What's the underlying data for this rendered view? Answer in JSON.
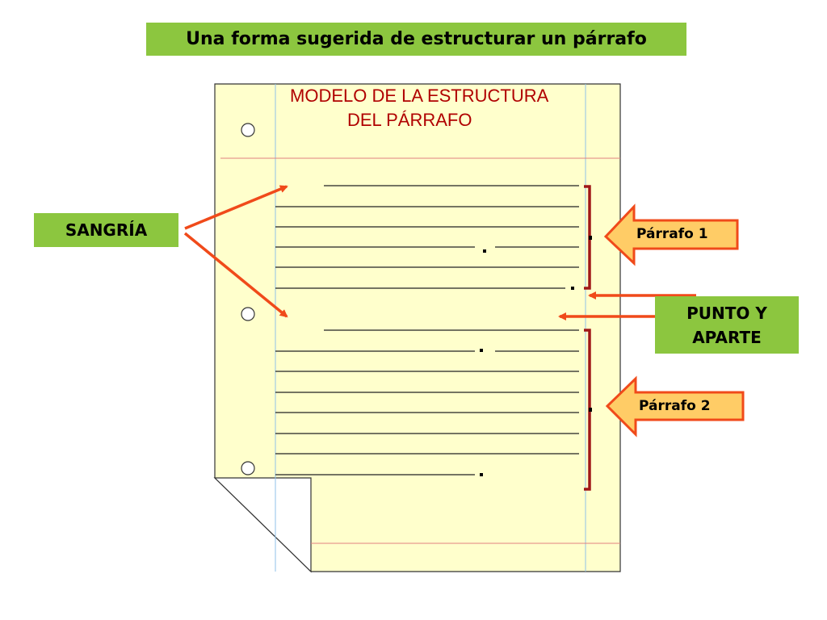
{
  "title": "Una forma sugerida de estructurar un párrafo",
  "page": {
    "heading_line1": "MODELO DE LA ESTRUCTURA",
    "heading_line2": "DEL PÁRRAFO"
  },
  "labels": {
    "sangria": "SANGRÍA",
    "punto_line1": "PUNTO Y",
    "punto_line2": "APARTE",
    "parrafo1": "Párrafo 1",
    "parrafo2": "Párrafo 2"
  },
  "colors": {
    "green_box": "#8cc63f",
    "paper": "#ffffcc",
    "arrow": "#f04a1a",
    "label_arrow_fill": "#ffcc66",
    "bracket": "#a01818",
    "heading_text": "#b00000"
  }
}
